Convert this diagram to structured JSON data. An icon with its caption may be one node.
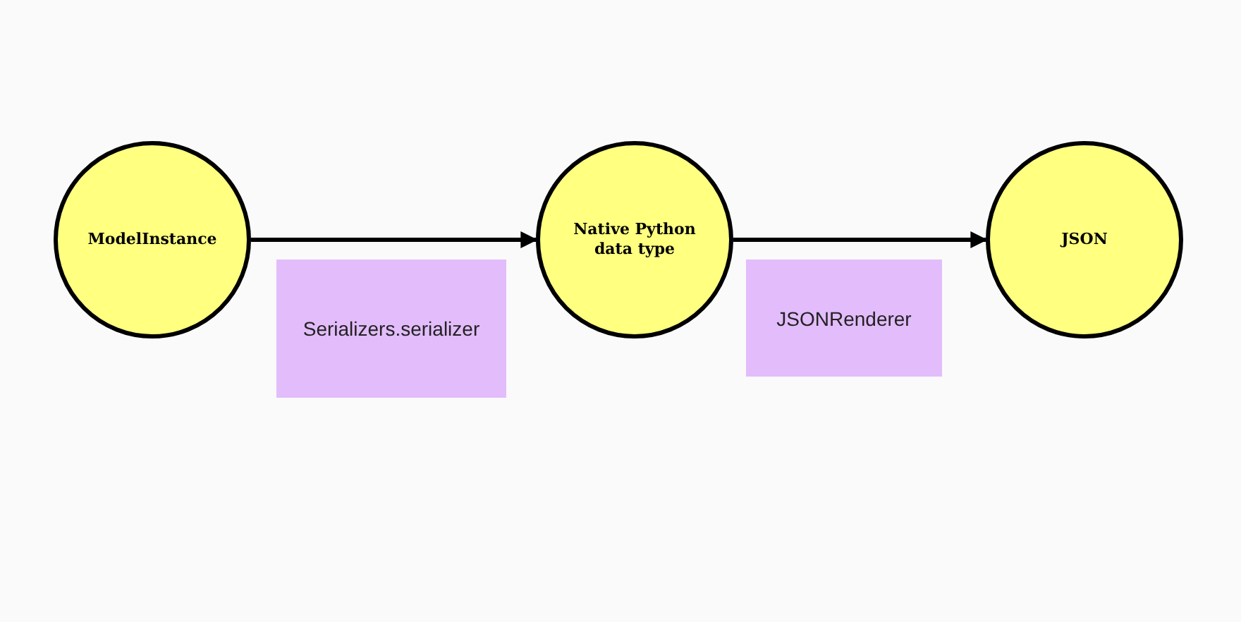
{
  "diagram": {
    "nodes": [
      {
        "text": [
          "ModelInstance"
        ]
      },
      {
        "text": [
          "Serializers.serializer"
        ]
      },
      {
        "text": [
          "Native Python data type"
        ]
      },
      {
        "text": [
          "JSONRenderer"
        ]
      },
      {
        "text": [
          "JSON"
        ]
      }
    ],
    "edges": [
      {
        "from": 0,
        "to": 2,
        "arrow": "to"
      },
      {
        "from": 2,
        "to": 4,
        "arrow": "to"
      }
    ]
  }
}
